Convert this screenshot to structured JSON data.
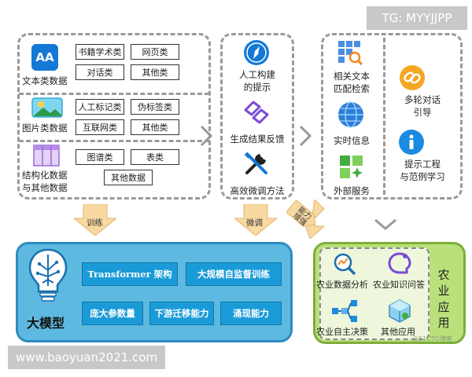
{
  "badges": {
    "top_right": "TG: MYYJJPP",
    "bottom_left": "www.baoyuan2021.com"
  },
  "data_sources": {
    "text": {
      "icon_text": "AA",
      "label": "文本类数据",
      "tags": [
        "书籍学术类",
        "网页类",
        "对话类",
        "其他类"
      ]
    },
    "image": {
      "label": "图片类数据",
      "tags": [
        "人工标记类",
        "伪标签类",
        "互联网类",
        "其他类"
      ]
    },
    "structured": {
      "label_line1": "结构化数据",
      "label_line2": "与其他数据",
      "tags": [
        "图谱类",
        "表类",
        "其他数据"
      ]
    }
  },
  "methods": {
    "items": [
      {
        "line1": "人工构建",
        "line2": "的提示"
      },
      {
        "line1": "生成结果反馈",
        "line2": ""
      },
      {
        "line1": "高效微调方法",
        "line2": ""
      }
    ]
  },
  "enhance": {
    "left": [
      {
        "line1": "相关文本",
        "line2": "匹配检索"
      },
      {
        "line1": "实时信息",
        "line2": ""
      },
      {
        "line1": "外部服务",
        "line2": ""
      }
    ],
    "right": [
      {
        "line1": "多轮对话",
        "line2": "引导"
      },
      {
        "line1": "提示工程",
        "line2": "与范例学习"
      }
    ]
  },
  "arrows": {
    "train": "训练",
    "finetune": "微调",
    "enhance_line1": "能力",
    "enhance_line2": "增强"
  },
  "model": {
    "title": "大模型",
    "features": [
      "Transformer 架构",
      "大规模自监督训练",
      "庞大参数量",
      "下游迁移能力",
      "涌现能力"
    ]
  },
  "agri": {
    "title_chars": [
      "农",
      "业",
      "应",
      "用"
    ],
    "items": [
      "农业数据分析",
      "农业知识问答",
      "农业自主决策",
      "其他应用"
    ],
    "watermark": "@51CTO博客"
  },
  "colors": {
    "blue_panel": "#5db9e0",
    "blue_button": "#1a9bd7",
    "green_panel": "#b9e07a"
  }
}
